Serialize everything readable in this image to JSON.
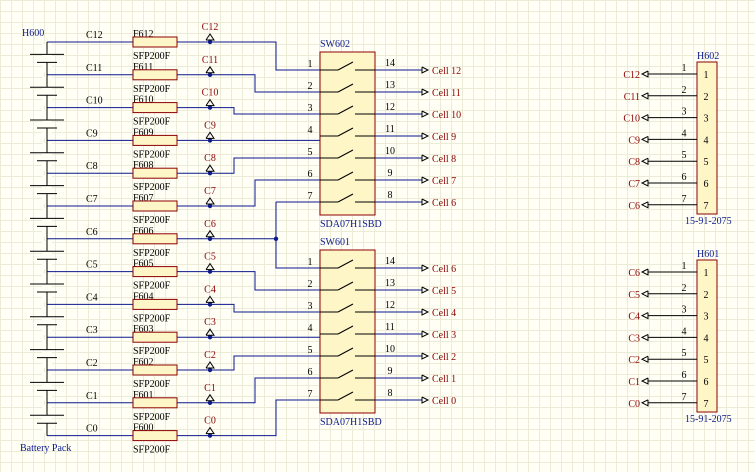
{
  "battery": {
    "ref": "H600",
    "label": "Battery Pack",
    "nodes": [
      "C12",
      "C11",
      "C10",
      "C9",
      "C8",
      "C7",
      "C6",
      "C5",
      "C4",
      "C3",
      "C2",
      "C1",
      "C0"
    ]
  },
  "fuses": [
    {
      "ref": "F612",
      "part": "SFP200F",
      "net": "C12"
    },
    {
      "ref": "F611",
      "part": "SFP200F",
      "net": "C11"
    },
    {
      "ref": "F610",
      "part": "SFP200F",
      "net": "C10"
    },
    {
      "ref": "F609",
      "part": "SFP200F",
      "net": "C9"
    },
    {
      "ref": "F608",
      "part": "SFP200F",
      "net": "C8"
    },
    {
      "ref": "F607",
      "part": "SFP200F",
      "net": "C7"
    },
    {
      "ref": "F606",
      "part": "SFP200F",
      "net": "C6"
    },
    {
      "ref": "F605",
      "part": "SFP200F",
      "net": "C5"
    },
    {
      "ref": "F604",
      "part": "SFP200F",
      "net": "C4"
    },
    {
      "ref": "F603",
      "part": "SFP200F",
      "net": "C3"
    },
    {
      "ref": "F602",
      "part": "SFP200F",
      "net": "C2"
    },
    {
      "ref": "F601",
      "part": "SFP200F",
      "net": "C1"
    },
    {
      "ref": "F600",
      "part": "SFP200F",
      "net": "C0"
    }
  ],
  "switches": [
    {
      "ref": "SW602",
      "part": "SDA07H1SBD",
      "left_pins": [
        "1",
        "2",
        "3",
        "4",
        "5",
        "6",
        "7"
      ],
      "right_pins": [
        "14",
        "13",
        "12",
        "11",
        "10",
        "9",
        "8"
      ],
      "outputs": [
        "Cell 12",
        "Cell 11",
        "Cell 10",
        "Cell 9",
        "Cell 8",
        "Cell 7",
        "Cell 6"
      ]
    },
    {
      "ref": "SW601",
      "part": "SDA07H1SBD",
      "left_pins": [
        "1",
        "2",
        "3",
        "4",
        "5",
        "6",
        "7"
      ],
      "right_pins": [
        "14",
        "13",
        "12",
        "11",
        "10",
        "9",
        "8"
      ],
      "outputs": [
        "Cell 6",
        "Cell 5",
        "Cell 4",
        "Cell 3",
        "Cell 2",
        "Cell 1",
        "Cell 0"
      ]
    }
  ],
  "connectors": [
    {
      "ref": "H602",
      "part": "15-91-2075",
      "pins": [
        "1",
        "2",
        "3",
        "4",
        "5",
        "6",
        "7"
      ],
      "nets": [
        "C12",
        "C11",
        "C10",
        "C9",
        "C8",
        "C7",
        "C6"
      ]
    },
    {
      "ref": "H601",
      "part": "15-91-2075",
      "pins": [
        "1",
        "2",
        "3",
        "4",
        "5",
        "6",
        "7"
      ],
      "nets": [
        "C6",
        "C5",
        "C4",
        "C3",
        "C2",
        "C1",
        "C0"
      ]
    }
  ],
  "colors": {
    "wire": "#0c1a8c",
    "netlabel": "#8b0000",
    "fuse_fill": "#fff6c8",
    "switch_fill": "#fff6c8",
    "grid": "#ecebd7"
  }
}
